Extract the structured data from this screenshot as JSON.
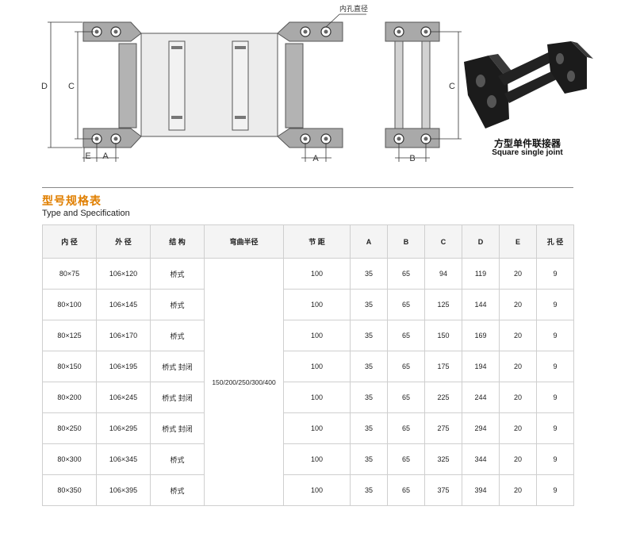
{
  "drawing": {
    "top_view": {
      "callout": "内孔直径",
      "dim_D": "D",
      "dim_C": "C",
      "dim_E": "E",
      "dim_A_left": "A",
      "dim_A_right": "A"
    },
    "side_view": {
      "dim_C": "C",
      "dim_B": "B"
    },
    "joint": {
      "caption_cn": "方型单件联接器",
      "caption_en": "Square single joint"
    }
  },
  "section": {
    "title_cn": "型号规格表",
    "title_en": "Type and Specification"
  },
  "table": {
    "headers": [
      "内 径",
      "外 径",
      "结 构",
      "弯曲半径",
      "节 距",
      "A",
      "B",
      "C",
      "D",
      "E",
      "孔 径"
    ],
    "bend_radius": "150/200/250/300/400",
    "rows": [
      {
        "inner": "80×75",
        "outer": "106×120",
        "structure": "桥式",
        "pitch": "100",
        "a": "35",
        "b": "65",
        "c": "94",
        "d": "119",
        "e": "20",
        "hole": "9"
      },
      {
        "inner": "80×100",
        "outer": "106×145",
        "structure": "桥式",
        "pitch": "100",
        "a": "35",
        "b": "65",
        "c": "125",
        "d": "144",
        "e": "20",
        "hole": "9"
      },
      {
        "inner": "80×125",
        "outer": "106×170",
        "structure": "桥式",
        "pitch": "100",
        "a": "35",
        "b": "65",
        "c": "150",
        "d": "169",
        "e": "20",
        "hole": "9"
      },
      {
        "inner": "80×150",
        "outer": "106×195",
        "structure": "桥式 封闭",
        "pitch": "100",
        "a": "35",
        "b": "65",
        "c": "175",
        "d": "194",
        "e": "20",
        "hole": "9"
      },
      {
        "inner": "80×200",
        "outer": "106×245",
        "structure": "桥式 封闭",
        "pitch": "100",
        "a": "35",
        "b": "65",
        "c": "225",
        "d": "244",
        "e": "20",
        "hole": "9"
      },
      {
        "inner": "80×250",
        "outer": "106×295",
        "structure": "桥式 封闭",
        "pitch": "100",
        "a": "35",
        "b": "65",
        "c": "275",
        "d": "294",
        "e": "20",
        "hole": "9"
      },
      {
        "inner": "80×300",
        "outer": "106×345",
        "structure": "桥式",
        "pitch": "100",
        "a": "35",
        "b": "65",
        "c": "325",
        "d": "344",
        "e": "20",
        "hole": "9"
      },
      {
        "inner": "80×350",
        "outer": "106×395",
        "structure": "桥式",
        "pitch": "100",
        "a": "35",
        "b": "65",
        "c": "375",
        "d": "394",
        "e": "20",
        "hole": "9"
      }
    ]
  }
}
